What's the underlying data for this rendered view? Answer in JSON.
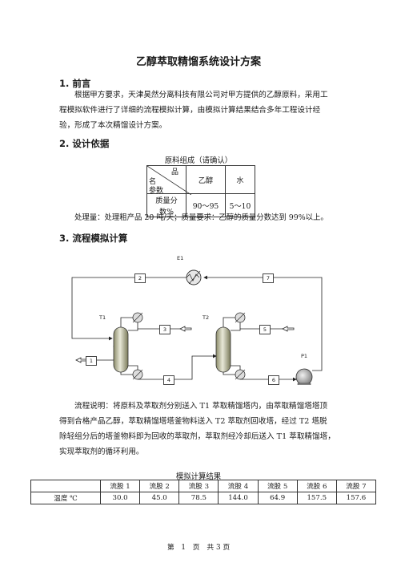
{
  "doc": {
    "title": "乙醇萃取精馏系统设计方案",
    "s1_heading": "1. 前言",
    "s1_lines": [
      "根据甲方要求，天津昊然分离科技有限公司对甲方提供的乙醇原料，采用工",
      "程模拟软件进行了详细的流程模拟计算，由模拟计算结果结合多年工程设计经",
      "验，形成了本次精馏设计方案。"
    ],
    "s2_heading": "2. 设计依据",
    "comp_caption": "原料组成（请确认）",
    "comp_table": {
      "corner_top": "品",
      "corner_mid": "名",
      "corner_bottom": "参数",
      "col1": "乙醇",
      "col2": "水",
      "row_label": "质量分数%",
      "v1": "90～95",
      "v2": "5～10"
    },
    "process_note": "处理量：处理粗产品 20 吨/天；质量要求：乙醇的质量分数达到 99%以上。",
    "s3_heading": "3. 流程模拟计算",
    "diagram": {
      "e1": "E1",
      "t1": "T1",
      "t2": "T2",
      "p1": "P1",
      "streams": [
        "1",
        "2",
        "3",
        "4",
        "5",
        "6",
        "7"
      ]
    },
    "flow_lines": [
      "流程说明：将原料及萃取剂分别送入 T1 萃取精馏塔内，由萃取精馏塔塔顶",
      "得到合格产品乙醇，萃取精馏塔塔釜物料送入 T2 萃取剂回收塔，经过 T2 塔脱",
      "除轻组分后的塔釜物料即为回收的萃取剂，萃取剂经冷却后送入 T1 萃取精馏塔，",
      "实现萃取剂的循环利用。"
    ],
    "sim_caption": "模拟计算结果",
    "sim_table": {
      "headers": [
        "",
        "流股 1",
        "流股 2",
        "流股 3",
        "流股 4",
        "流股 5",
        "流股 6",
        "流股 7"
      ],
      "row": [
        "温度 ℃",
        "30.0",
        "45.0",
        "78.5",
        "144.0",
        "64.9",
        "157.5",
        "157.6"
      ]
    },
    "footer": "第　1　页　共 3 页"
  }
}
